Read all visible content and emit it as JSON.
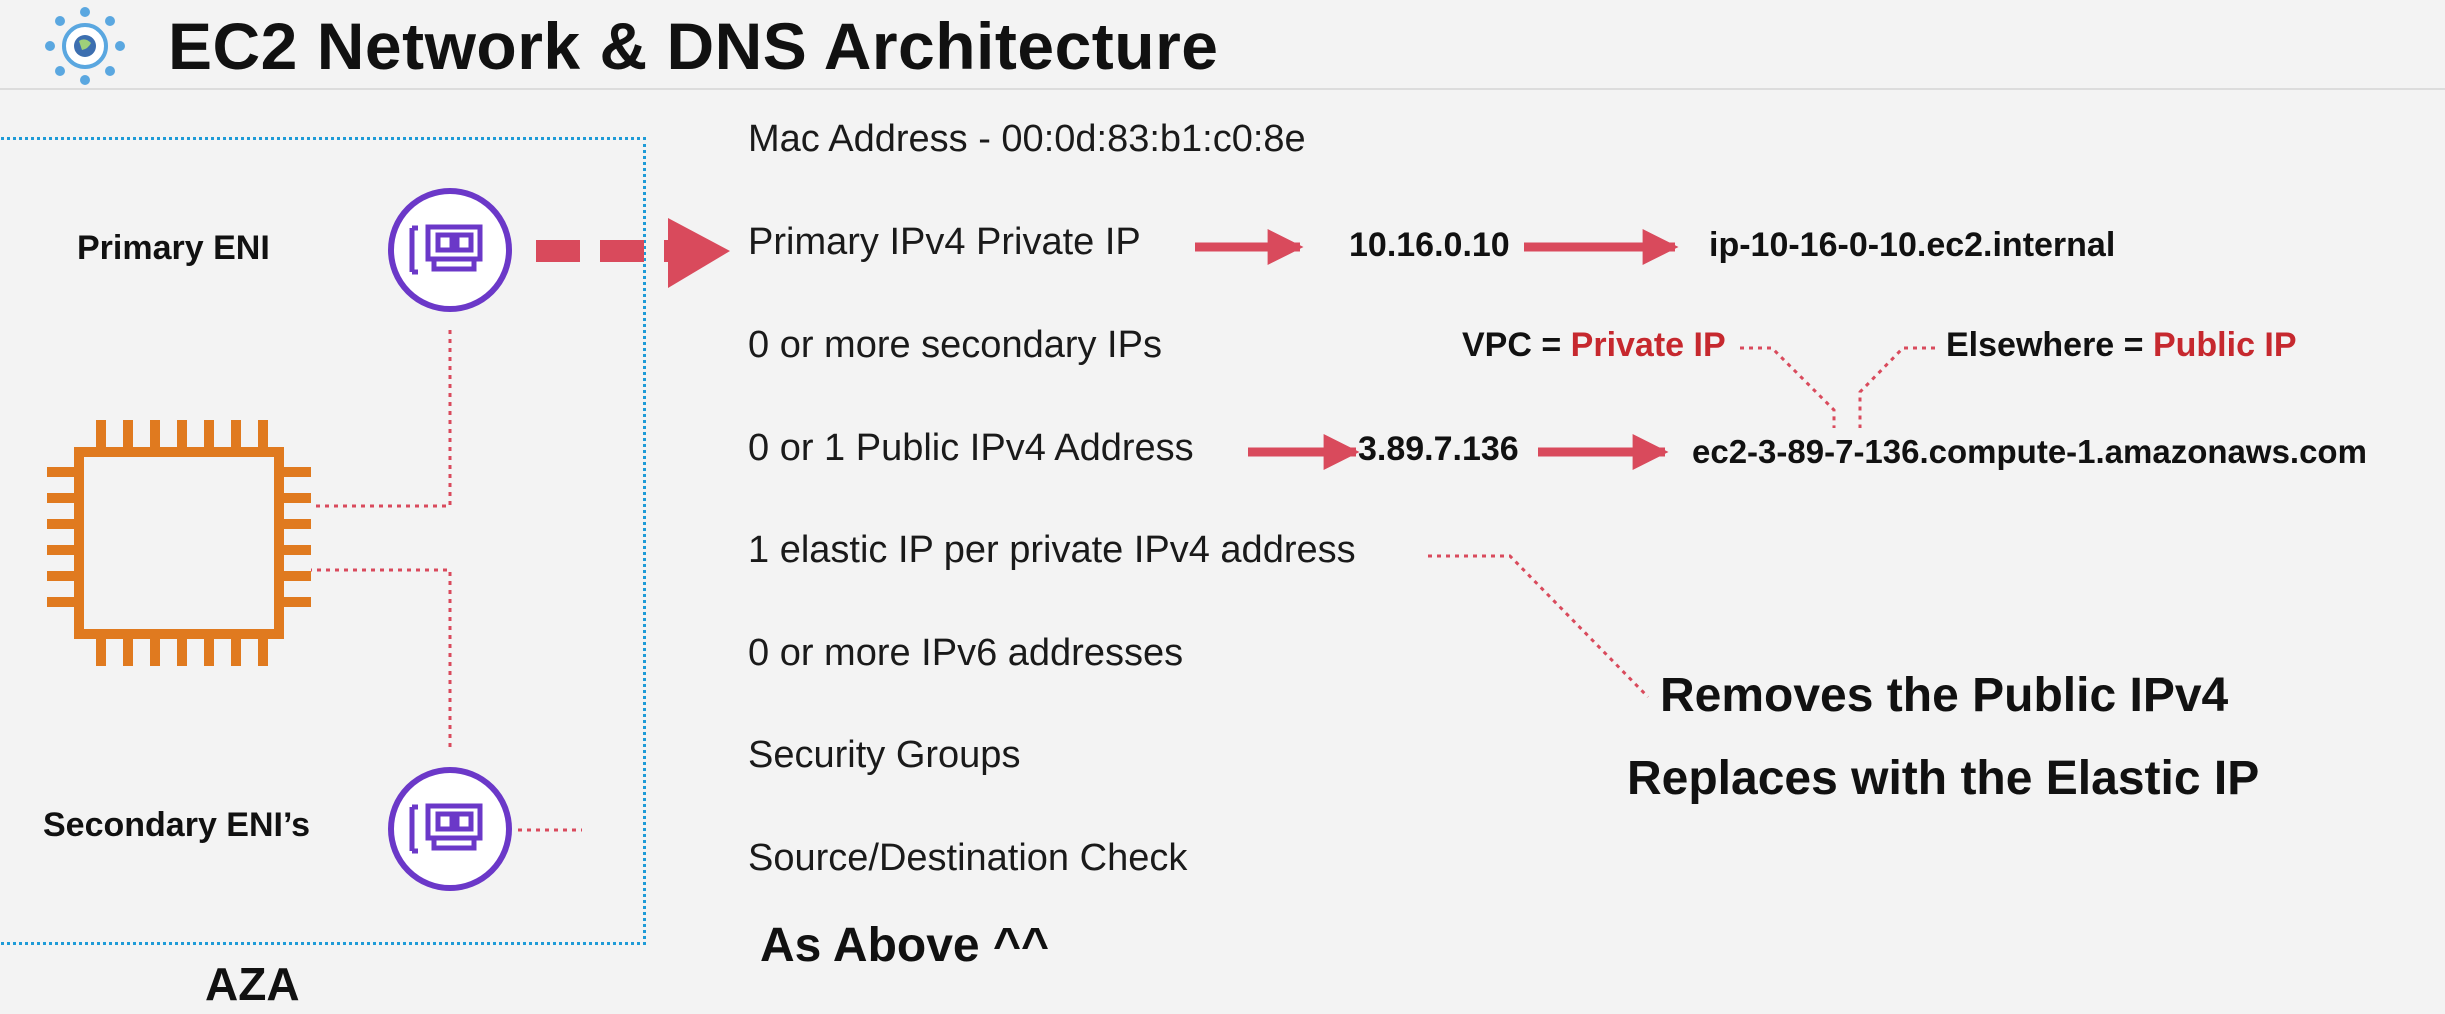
{
  "title": "EC2 Network & DNS Architecture",
  "icons": {
    "logo": "globe-network-icon",
    "instance": "ec2-instance-chip-icon",
    "eni": "network-interface-card-icon"
  },
  "colors": {
    "arrow": "#d94a5c",
    "dotted_connector": "#d94a5c",
    "az_border": "#1e9bd7",
    "chip": "#e07a1f",
    "eni_ring": "#6b38c8",
    "highlight_text": "#c6282e"
  },
  "availability_zone": {
    "label": "AZA"
  },
  "enis": {
    "primary_label": "Primary ENI",
    "secondary_label": "Secondary ENI’s"
  },
  "properties": [
    "Mac Address - 00:0d:83:b1:c0:8e",
    "Primary IPv4 Private IP",
    "0 or more secondary IPs",
    "0 or 1 Public IPv4 Address",
    "1 elastic IP per private IPv4 address",
    "0 or more IPv6 addresses",
    "Security Groups",
    "Source/Destination Check"
  ],
  "private_ip": {
    "value": "10.16.0.10",
    "dns": "ip-10-16-0-10.ec2.internal"
  },
  "public_ip": {
    "value": "3.89.7.136",
    "dns": "ec2-3-89-7-136.compute-1.amazonaws.com"
  },
  "resolution": {
    "vpc_prefix": "VPC = ",
    "vpc_value": "Private IP",
    "elsewhere_prefix": "Elsewhere = ",
    "elsewhere_value": "Public IP"
  },
  "elastic_ip_note": {
    "line1": "Removes the Public IPv4",
    "line2": "Replaces with the Elastic IP"
  },
  "as_above": "As Above ^^"
}
